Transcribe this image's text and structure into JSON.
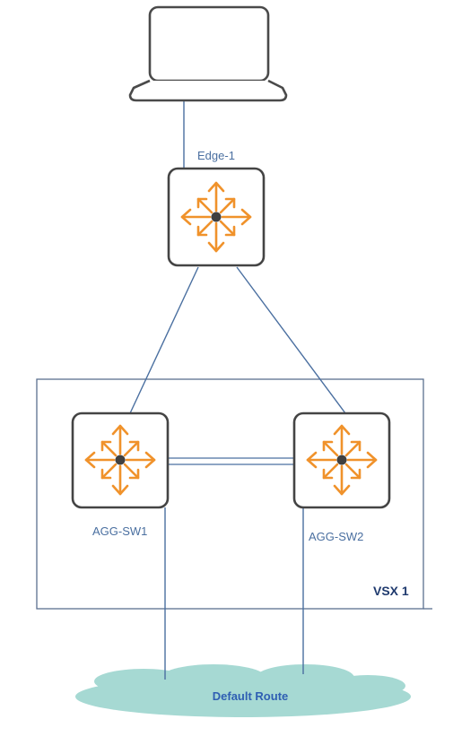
{
  "diagram": {
    "nodes": {
      "laptop": {
        "label": ""
      },
      "edge": {
        "label": "Edge-1"
      },
      "agg1": {
        "label": "AGG-SW1"
      },
      "agg2": {
        "label": "AGG-SW2"
      },
      "cloud": {
        "label": "Default Route"
      }
    },
    "group": {
      "label": "VSX 1"
    },
    "links": [
      {
        "from": "laptop",
        "to": "edge"
      },
      {
        "from": "edge",
        "to": "agg1"
      },
      {
        "from": "edge",
        "to": "agg2"
      },
      {
        "from": "agg1",
        "to": "agg2",
        "style": "double"
      },
      {
        "from": "agg1",
        "to": "cloud"
      },
      {
        "from": "agg2",
        "to": "cloud"
      }
    ]
  },
  "colors": {
    "line": "#4a6fa0",
    "label": "#4a6fa0",
    "box_border": "#5a6f8f",
    "device_border": "#444444",
    "arrow": "#f0922b",
    "hub": "#404040",
    "cloud_fill": "#a6d9d3",
    "cloud_text": "#2f5fb3",
    "vsx_text": "#1f3a6e"
  },
  "icons": {
    "laptop": "laptop-icon",
    "switch": "router-switch-icon",
    "cloud": "cloud-icon"
  }
}
